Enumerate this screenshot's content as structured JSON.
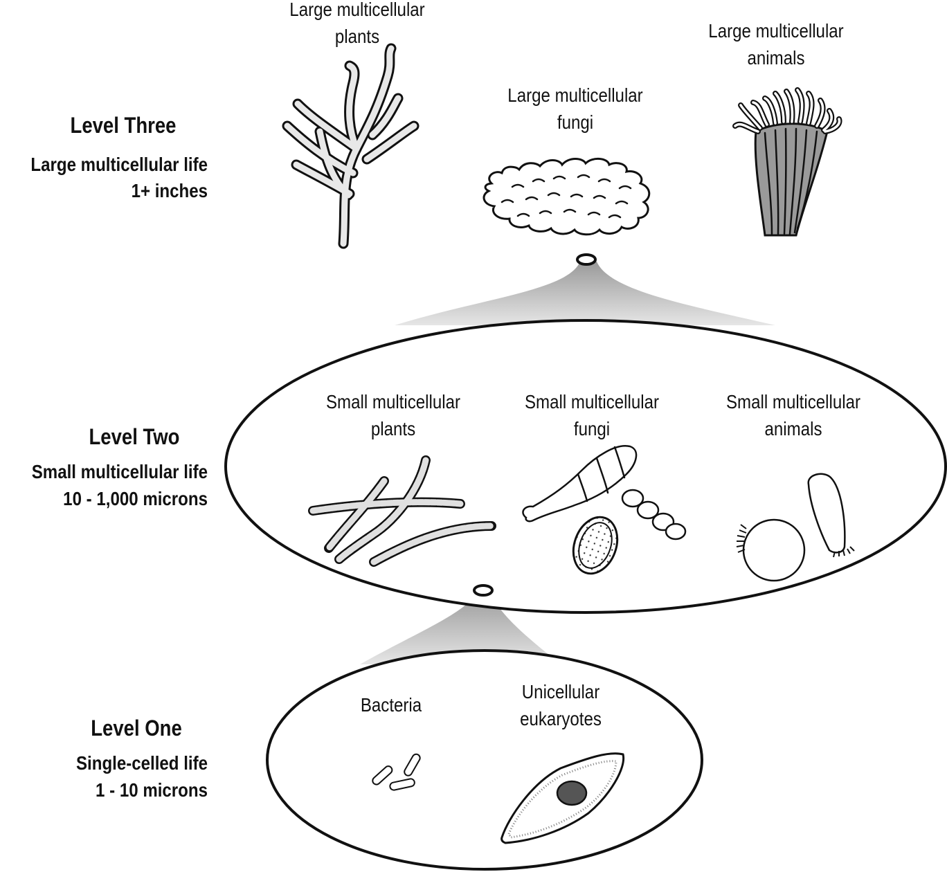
{
  "levels": [
    {
      "title": "Level Three",
      "subtitle": "Large multicellular life",
      "scale": "1+ inches"
    },
    {
      "title": "Level Two",
      "subtitle": "Small multicellular life",
      "scale": "10 - 1,000 microns"
    },
    {
      "title": "Level One",
      "subtitle": "Single-celled life",
      "scale": "1 - 10 microns"
    }
  ],
  "level3_organisms": [
    {
      "line1": "Large multicellular",
      "line2": "plants"
    },
    {
      "line1": "Large multicellular",
      "line2": "fungi"
    },
    {
      "line1": "Large multicellular",
      "line2": "animals"
    }
  ],
  "level2_organisms": [
    {
      "line1": "Small multicellular",
      "line2": "plants"
    },
    {
      "line1": "Small multicellular",
      "line2": "fungi"
    },
    {
      "line1": "Small multicellular",
      "line2": "animals"
    }
  ],
  "level1_organisms": [
    {
      "line1": "Bacteria"
    },
    {
      "line1": "Unicellular",
      "line2": "eukaryotes"
    }
  ],
  "colors": {
    "ink": "#111111",
    "cone": "#a8a8a8",
    "plant": "#e4e4e4",
    "animal": "#9a9a9a",
    "nucleus": "#555555"
  }
}
